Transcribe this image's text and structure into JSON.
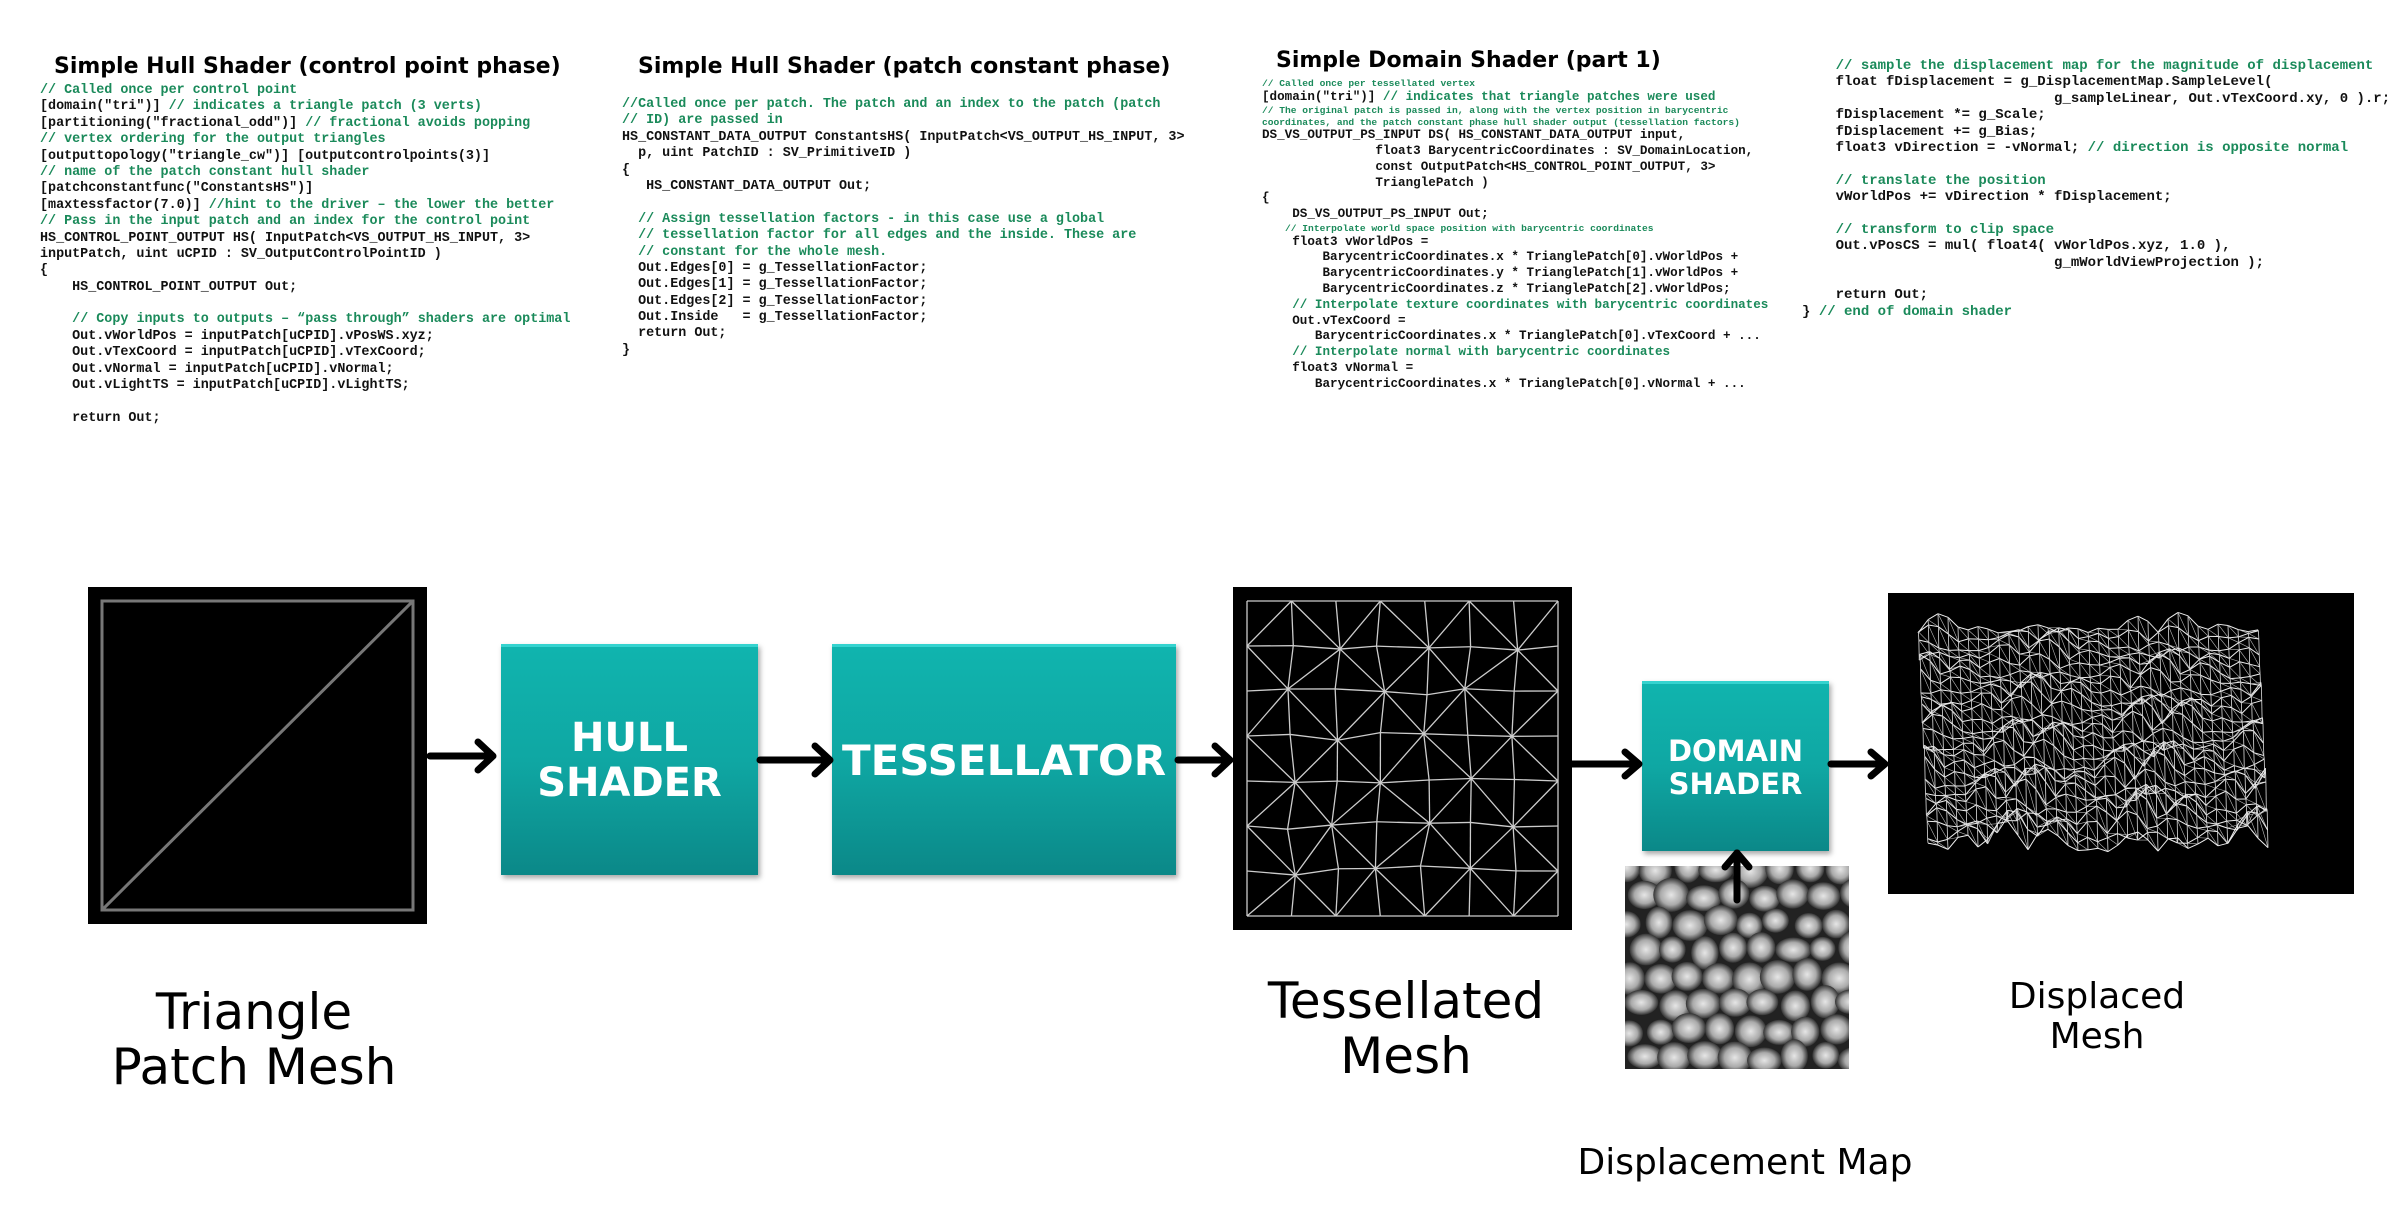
{
  "code_panels": [
    {
      "title": "Simple Hull Shader (control point phase)",
      "lines": [
        {
          "code": "",
          "comment": "// Called once per control point"
        },
        {
          "code": "[domain(\"tri\")] ",
          "comment": "// indicates a triangle patch (3 verts)"
        },
        {
          "code": "[partitioning(\"fractional_odd\")] ",
          "comment": "// fractional avoids popping"
        },
        {
          "code": "",
          "comment": "// vertex ordering for the output triangles"
        },
        {
          "code": "[outputtopology(\"triangle_cw\")] [outputcontrolpoints(3)]",
          "comment": ""
        },
        {
          "code": "",
          "comment": "// name of the patch constant hull shader"
        },
        {
          "code": "[patchconstantfunc(\"ConstantsHS\")]",
          "comment": ""
        },
        {
          "code": "[maxtessfactor(7.0)] ",
          "comment": "//hint to the driver – the lower the better"
        },
        {
          "code": "",
          "comment": "// Pass in the input patch and an index for the control point"
        },
        {
          "code": "HS_CONTROL_POINT_OUTPUT HS( InputPatch<VS_OUTPUT_HS_INPUT, 3>",
          "comment": ""
        },
        {
          "code": "inputPatch, uint uCPID : SV_OutputControlPointID )",
          "comment": ""
        },
        {
          "code": "{",
          "comment": ""
        },
        {
          "code": "    HS_CONTROL_POINT_OUTPUT Out;",
          "comment": ""
        },
        {
          "code": "",
          "comment": ""
        },
        {
          "code": "    ",
          "comment": "// Copy inputs to outputs – “pass through” shaders are optimal"
        },
        {
          "code": "    Out.vWorldPos = inputPatch[uCPID].vPosWS.xyz;",
          "comment": ""
        },
        {
          "code": "    Out.vTexCoord = inputPatch[uCPID].vTexCoord;",
          "comment": ""
        },
        {
          "code": "    Out.vNormal = inputPatch[uCPID].vNormal;",
          "comment": ""
        },
        {
          "code": "    Out.vLightTS = inputPatch[uCPID].vLightTS;",
          "comment": ""
        },
        {
          "code": "",
          "comment": ""
        },
        {
          "code": "    return Out;",
          "comment": ""
        }
      ]
    },
    {
      "title": "Simple Hull Shader (patch constant phase)",
      "lines": [
        {
          "code": "",
          "comment": "//Called once per patch. The patch and an index to the patch (patch"
        },
        {
          "code": "",
          "comment": "// ID) are passed in"
        },
        {
          "code": "HS_CONSTANT_DATA_OUTPUT ConstantsHS( InputPatch<VS_OUTPUT_HS_INPUT, 3>",
          "comment": ""
        },
        {
          "code": "  p, uint PatchID : SV_PrimitiveID )",
          "comment": ""
        },
        {
          "code": "{",
          "comment": ""
        },
        {
          "code": "   HS_CONSTANT_DATA_OUTPUT Out;",
          "comment": ""
        },
        {
          "code": "",
          "comment": ""
        },
        {
          "code": "  ",
          "comment": "// Assign tessellation factors - in this case use a global"
        },
        {
          "code": "  ",
          "comment": "// tessellation factor for all edges and the inside. These are"
        },
        {
          "code": "  ",
          "comment": "// constant for the whole mesh."
        },
        {
          "code": "  Out.Edges[0] = g_TessellationFactor;",
          "comment": ""
        },
        {
          "code": "  Out.Edges[1] = g_TessellationFactor;",
          "comment": ""
        },
        {
          "code": "  Out.Edges[2] = g_TessellationFactor;",
          "comment": ""
        },
        {
          "code": "  Out.Inside   = g_TessellationFactor;",
          "comment": ""
        },
        {
          "code": "  return Out;",
          "comment": ""
        },
        {
          "code": "}",
          "comment": ""
        }
      ]
    },
    {
      "title": "Simple Domain Shader (part 1)",
      "lines": [
        {
          "code": "",
          "comment": "// Called once per tessellated vertex"
        },
        {
          "code": "[domain(\"tri\")] ",
          "comment": "// indicates that triangle patches were used"
        },
        {
          "code": "",
          "comment": "// The original patch is passed in, along with the vertex position in barycentric"
        },
        {
          "code": "",
          "comment": "coordinates, and the patch constant phase hull shader output (tessellation factors)"
        },
        {
          "code": "DS_VS_OUTPUT_PS_INPUT DS( HS_CONSTANT_DATA_OUTPUT input,",
          "comment": ""
        },
        {
          "code": "               float3 BarycentricCoordinates : SV_DomainLocation,",
          "comment": ""
        },
        {
          "code": "               const OutputPatch<HS_CONTROL_POINT_OUTPUT, 3>",
          "comment": ""
        },
        {
          "code": "               TrianglePatch )",
          "comment": ""
        },
        {
          "code": "{",
          "comment": ""
        },
        {
          "code": "    DS_VS_OUTPUT_PS_INPUT Out;",
          "comment": ""
        },
        {
          "code": "    ",
          "comment": "// Interpolate world space position with barycentric coordinates"
        },
        {
          "code": "    float3 vWorldPos =",
          "comment": ""
        },
        {
          "code": "        BarycentricCoordinates.x * TrianglePatch[0].vWorldPos +",
          "comment": ""
        },
        {
          "code": "        BarycentricCoordinates.y * TrianglePatch[1].vWorldPos +",
          "comment": ""
        },
        {
          "code": "        BarycentricCoordinates.z * TrianglePatch[2].vWorldPos;",
          "comment": ""
        },
        {
          "code": "    ",
          "comment": "// Interpolate texture coordinates with barycentric coordinates"
        },
        {
          "code": "    Out.vTexCoord =",
          "comment": ""
        },
        {
          "code": "       BarycentricCoordinates.x * TrianglePatch[0].vTexCoord + ...",
          "comment": ""
        },
        {
          "code": "    ",
          "comment": "// Interpolate normal with barycentric coordinates"
        },
        {
          "code": "    float3 vNormal =",
          "comment": ""
        },
        {
          "code": "       BarycentricCoordinates.x * TrianglePatch[0].vNormal + ...",
          "comment": ""
        }
      ]
    },
    {
      "title": "",
      "lines": [
        {
          "code": "    ",
          "comment": "// sample the displacement map for the magnitude of displacement"
        },
        {
          "code": "    float fDisplacement = g_DisplacementMap.SampleLevel(",
          "comment": ""
        },
        {
          "code": "                              g_sampleLinear, Out.vTexCoord.xy, 0 ).r;",
          "comment": ""
        },
        {
          "code": "    fDisplacement *= g_Scale;",
          "comment": ""
        },
        {
          "code": "    fDisplacement += g_Bias;",
          "comment": ""
        },
        {
          "code": "    float3 vDirection = -vNormal; ",
          "comment": "// direction is opposite normal"
        },
        {
          "code": "",
          "comment": ""
        },
        {
          "code": "    ",
          "comment": "// translate the position"
        },
        {
          "code": "    vWorldPos += vDirection * fDisplacement;",
          "comment": ""
        },
        {
          "code": "",
          "comment": ""
        },
        {
          "code": "    ",
          "comment": "// transform to clip space"
        },
        {
          "code": "    Out.vPosCS = mul( float4( vWorldPos.xyz, 1.0 ),",
          "comment": ""
        },
        {
          "code": "                              g_mWorldViewProjection );",
          "comment": ""
        },
        {
          "code": "",
          "comment": ""
        },
        {
          "code": "    return Out;",
          "comment": ""
        },
        {
          "code": "} ",
          "comment": "// end of domain shader"
        }
      ]
    }
  ],
  "pipeline": {
    "hull_shader": {
      "line1": "HULL",
      "line2": "SHADER"
    },
    "tessellator": "TESSELLATOR",
    "domain_shader": {
      "line1": "DOMAIN",
      "line2": "SHADER"
    }
  },
  "labels": {
    "triangle_patch": {
      "line1": "Triangle",
      "line2": "Patch Mesh"
    },
    "tessellated": {
      "line1": "Tessellated",
      "line2": "Mesh"
    },
    "displaced": {
      "line1": "Displaced",
      "line2": "Mesh"
    },
    "displacement_map": "Displacement Map"
  },
  "colors": {
    "box": "#0fa7a3",
    "comment": "#1a8a5a"
  }
}
